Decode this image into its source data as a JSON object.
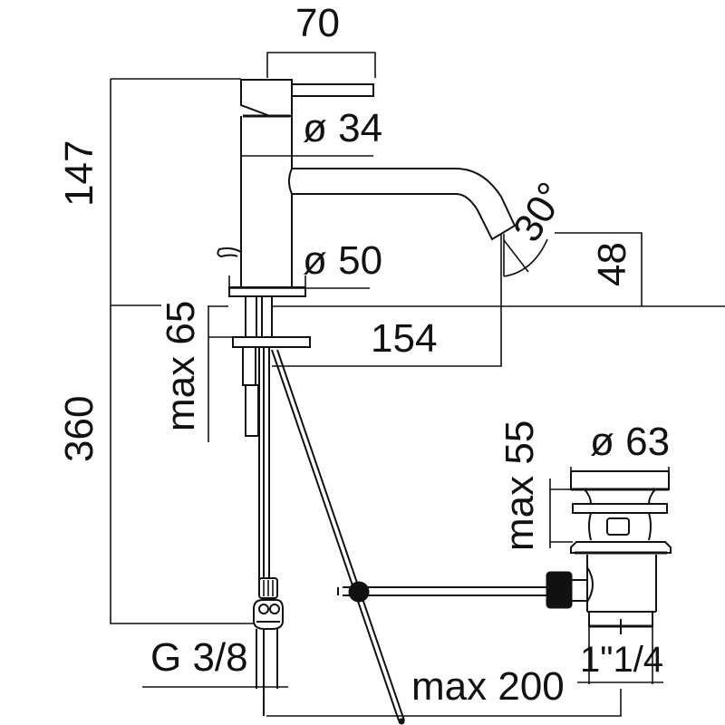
{
  "drawing": {
    "subject": "Single-lever basin mixer with pop-up waste",
    "units": "mm",
    "ink_color": "#111111",
    "background_color": "#ffffff"
  },
  "dimensions": {
    "lever_length": "70",
    "body_upper_diameter": "ø 34",
    "total_height": "147",
    "base_diameter": "ø 50",
    "spout_angle": "30°",
    "spout_outlet_height": "48",
    "spout_reach": "154",
    "deck_thickness_max": "max 65",
    "hose_length": "360",
    "waste_diameter": "ø 63",
    "waste_height_max": "max 55",
    "supply_thread": "G 3/8",
    "pull_rod_distance_max": "max 200",
    "waste_thread": "1\"1/4"
  }
}
